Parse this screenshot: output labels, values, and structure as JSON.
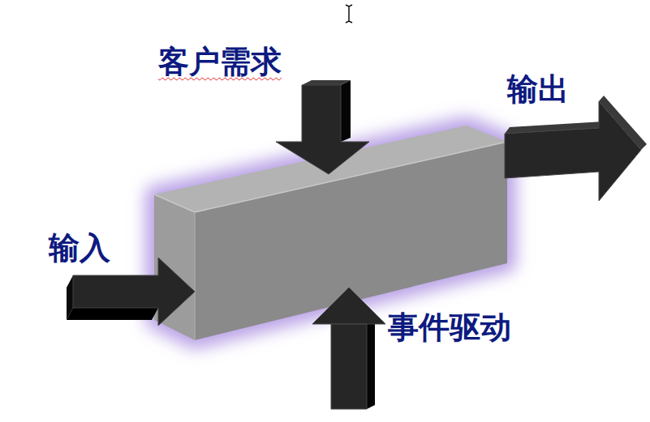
{
  "diagram": {
    "labels": [
      "客户需求",
      "输出",
      "输入",
      "事件驱动"
    ]
  }
}
